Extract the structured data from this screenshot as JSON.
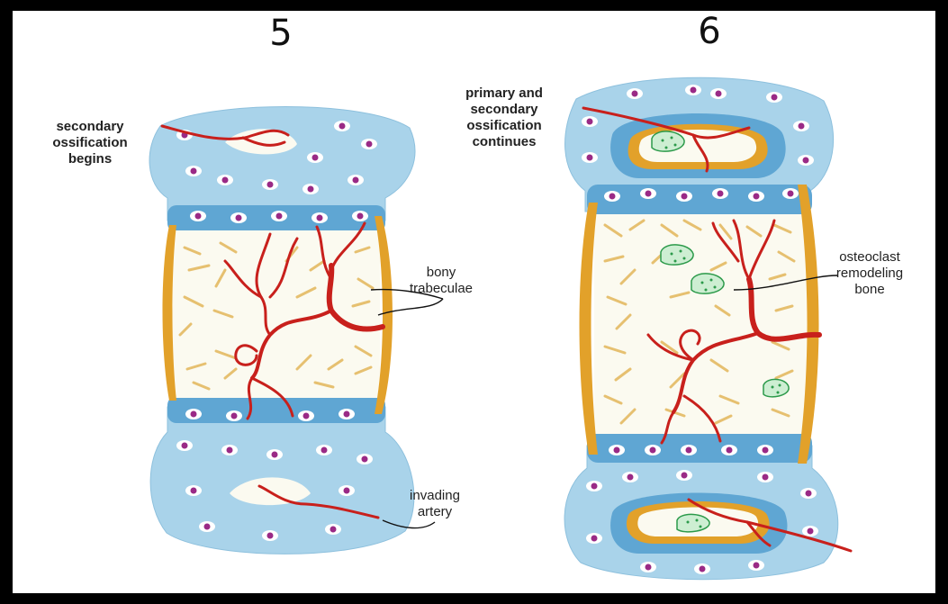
{
  "figure": {
    "panels": [
      {
        "stage": "5",
        "labels": {
          "secondary_line1": "secondary",
          "secondary_line2": "ossification",
          "secondary_line3": "begins",
          "trab_line1": "bony",
          "trab_line2": "trabeculae",
          "artery_line1": "invading",
          "artery_line2": "artery"
        }
      },
      {
        "stage": "6",
        "labels": {
          "continues_line1": "primary and",
          "continues_line2": "secondary",
          "continues_line3": "ossification",
          "continues_line4": "continues",
          "clast_line1": "osteoclast",
          "clast_line2": "remodeling",
          "clast_line3": "bone"
        }
      }
    ],
    "colors": {
      "cartilage": "#a9d3ea",
      "growth_plate": "#5fa6d3",
      "bone_collar": "#e2a12a",
      "artery": "#c8201c",
      "trabeculae": "#e6c070",
      "osteoclast": "#2c9a4a",
      "chondrocyte_nucleus": "#9a2a86"
    }
  }
}
